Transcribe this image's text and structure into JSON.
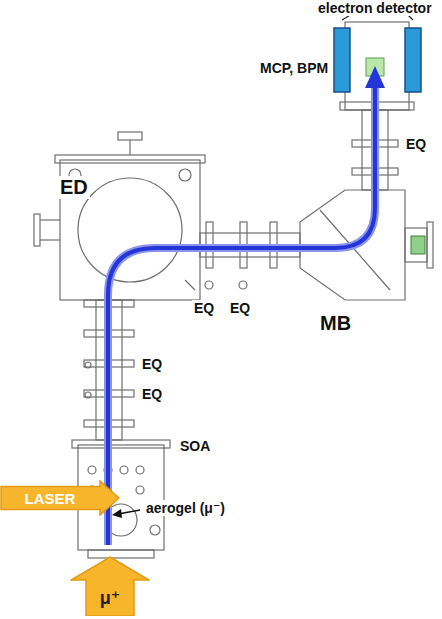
{
  "diagram": {
    "nodes": [
      {
        "text": [
          "LASER"
        ]
      },
      {
        "text": [
          "μ⁺"
        ]
      }
    ],
    "labels": [
      "electron detector",
      "MCP, BPM",
      "EQ",
      "ED",
      "EQ",
      "EQ",
      "MB",
      "EQ",
      "EQ",
      "SOA",
      "aerogel (μ⁻)"
    ]
  }
}
